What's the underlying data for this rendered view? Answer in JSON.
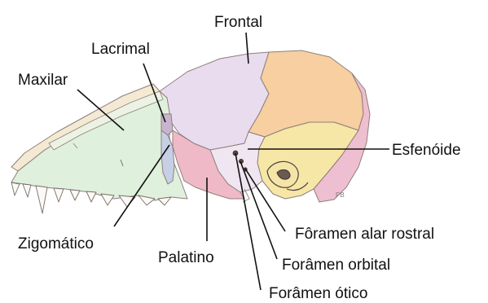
{
  "diagram": {
    "subject": "canine skull, lateral view",
    "labels": {
      "frontal": "Frontal",
      "lacrimal": "Lacrimal",
      "maxilar": "Maxilar",
      "esfenoide": "Esfenóide",
      "zigomatico": "Zigomático",
      "palatino": "Palatino",
      "foramen_alar_rostral": "Fôramen alar rostral",
      "foramen_orbital": "Forâmen orbital",
      "foramen_otico": "Forâmen ótico"
    },
    "artist_mark": "PB",
    "colors": {
      "frontal": "#e9dcee",
      "parietal": "#f7cfa0",
      "temporal": "#f7e7a6",
      "occipital": "#eebfd0",
      "maxilar": "#dff0dc",
      "nasal": "#ecf3e4",
      "incisivo": "#f4ead4",
      "lacrimal": "#c9b4cf",
      "zigomatico": "#c6cfe5",
      "palatino": "#f0b9c8",
      "esfenoide": "#efe6f1",
      "outline": "#9a8a86",
      "labels": "#111111"
    }
  }
}
